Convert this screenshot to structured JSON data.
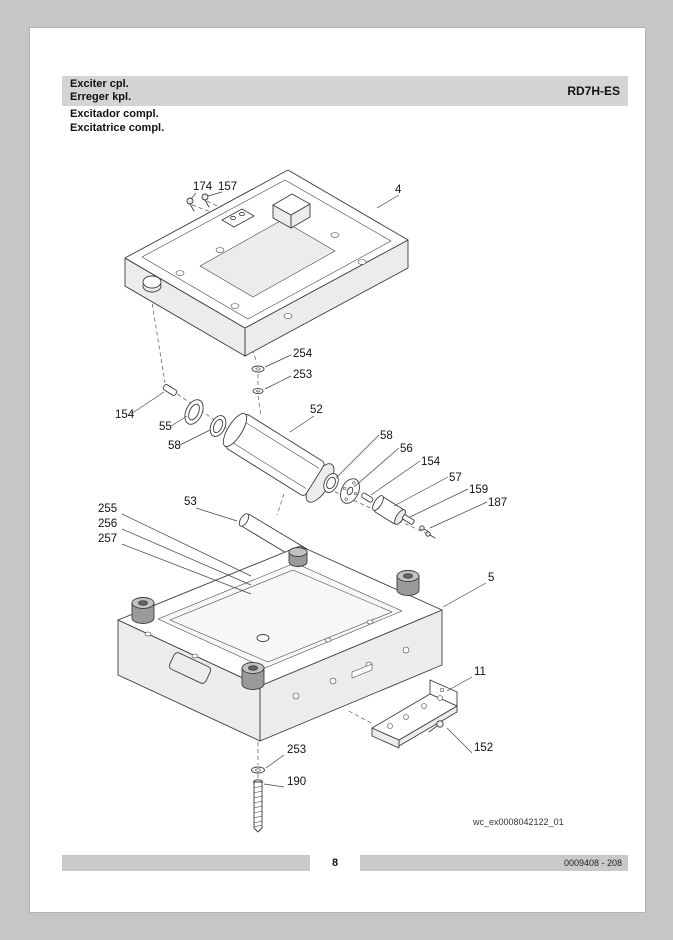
{
  "header": {
    "title_en": "Exciter cpl.",
    "title_de": "Erreger kpl.",
    "title_es": "Excitador compl.",
    "title_fr": "Excitatrice compl.",
    "model": "RD7H-ES"
  },
  "diagram": {
    "figure_code": "wc_ex0008042122_01",
    "labels": {
      "l174": "174",
      "l157": "157",
      "l4": "4",
      "l254": "254",
      "l253a": "253",
      "l154a": "154",
      "l55": "55",
      "l58a": "58",
      "l52": "52",
      "l58b": "58",
      "l56": "56",
      "l154b": "154",
      "l57": "57",
      "l159": "159",
      "l187": "187",
      "l53": "53",
      "l255": "255",
      "l256": "256",
      "l257": "257",
      "l5": "5",
      "l11": "11",
      "l253b": "253",
      "l152": "152",
      "l190": "190"
    }
  },
  "footer": {
    "page_number": "8",
    "doc_code": "0009408 - 208"
  },
  "colors": {
    "page_margin": "#c6c6c6",
    "header_bar": "#d4d4d4",
    "footer_bar": "#c9c9c9"
  }
}
